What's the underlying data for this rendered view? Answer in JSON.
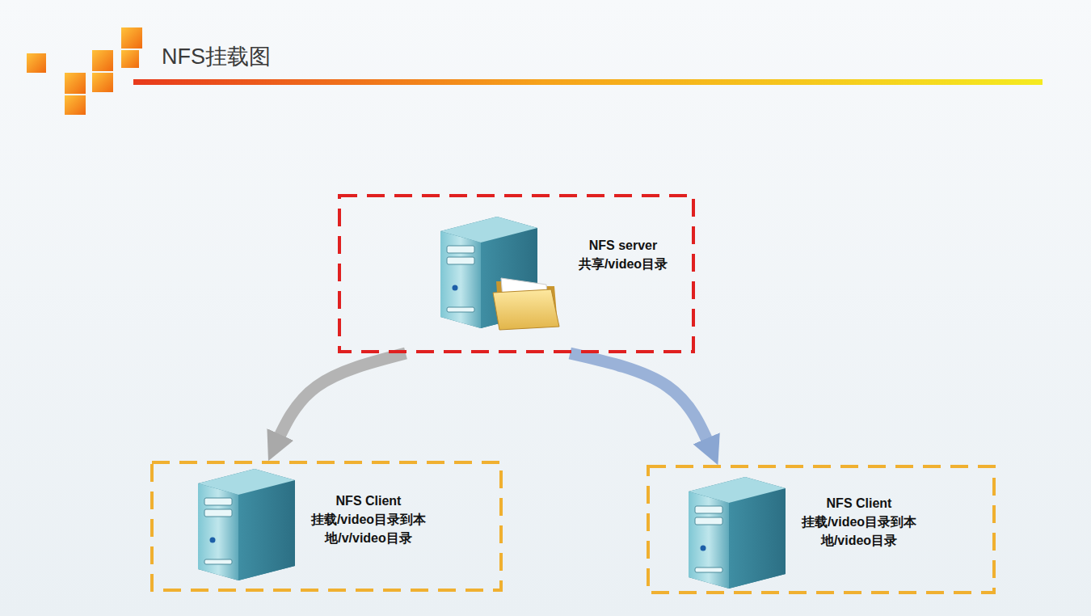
{
  "diagram": {
    "title": "NFS挂载图",
    "nodes": [
      {
        "text": [
          "NFS server",
          "共享/video目录"
        ]
      },
      {
        "text": [
          "NFS Client",
          "挂载/video目录到本地/v/video目录"
        ]
      },
      {
        "text": [
          "NFS Client",
          "挂载/video目录到本地/video目录"
        ]
      }
    ],
    "edges": [
      {
        "from": 0,
        "to": 1,
        "arrow": "to"
      },
      {
        "from": 0,
        "to": 2,
        "arrow": "to"
      }
    ]
  }
}
